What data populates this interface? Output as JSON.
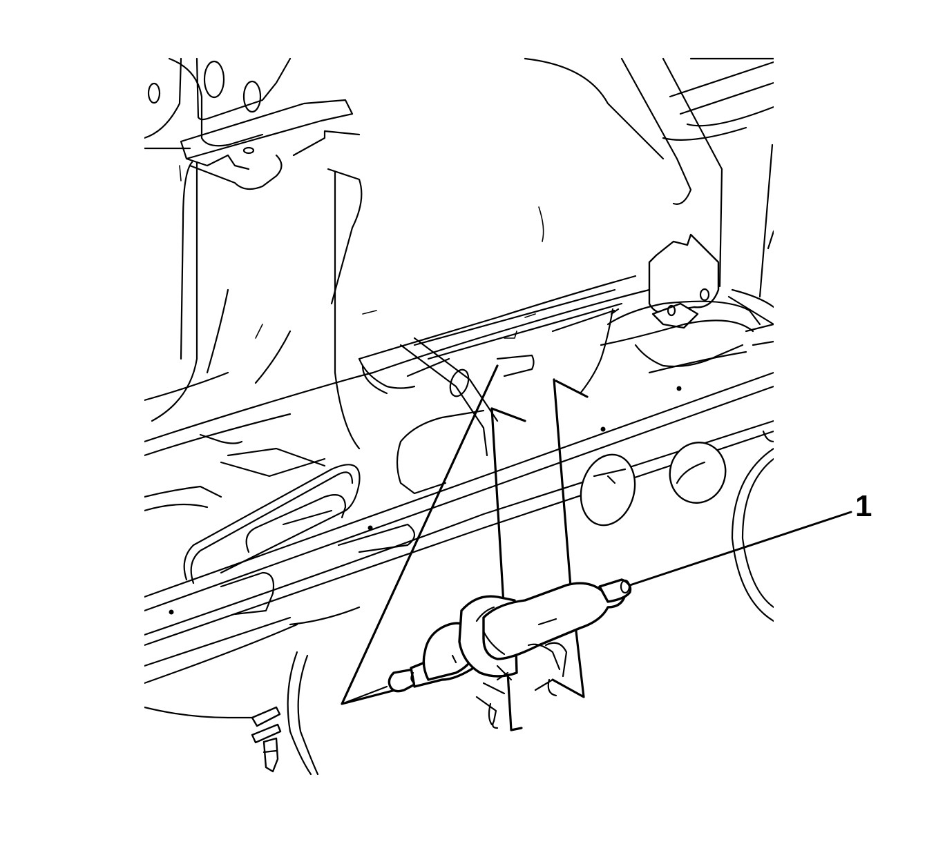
{
  "diagram": {
    "type": "service-illustration",
    "style": "black line art on white",
    "subject": "vehicle underbody rear floor area with component mounted to crossmember",
    "callouts": [
      {
        "number": "1",
        "label_text": "1",
        "points_to": "inline component with clips (cylindrical housing with inlet/outlet nipples)"
      }
    ],
    "colors": {
      "line": "#000000",
      "background": "#ffffff"
    }
  }
}
